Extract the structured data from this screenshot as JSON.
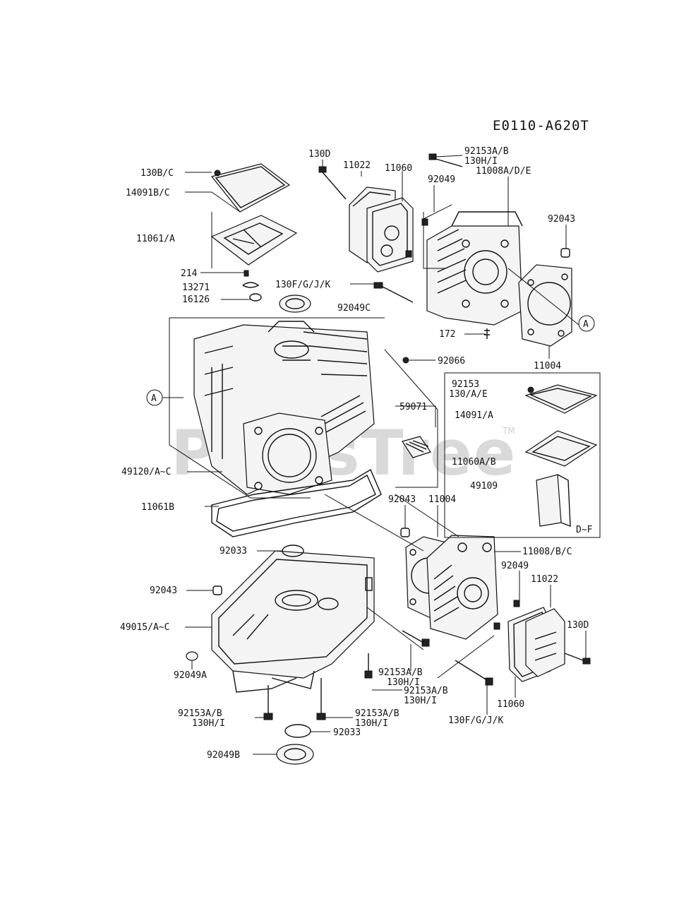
{
  "diagram_code": "E0110-A620T",
  "watermark": "PartsTree",
  "watermark_tm": "TM",
  "callout_letter": "A",
  "inset_label": "D~F",
  "labels": {
    "l_130bc": "130B/C",
    "l_14091bc": "14091B/C",
    "l_11061a": "11061/A",
    "l_214": "214",
    "l_13271": "13271",
    "l_16126": "16126",
    "l_130d_top": "130D",
    "l_11022_top": "11022",
    "l_11060_top": "11060",
    "l_92153ab_top": "92153A/B",
    "l_130hi_top": "130H/I",
    "l_92049_top": "92049",
    "l_11008ade": "11008A/D/E",
    "l_92043_right": "92043",
    "l_130fgjk_top": "130F/G/J/K",
    "l_92049c": "92049C",
    "l_172": "172",
    "l_11004_right": "11004",
    "l_92066": "92066",
    "l_59071": "59071",
    "l_92153_inset": "92153",
    "l_130ae": "130/A/E",
    "l_14091a": "14091/A",
    "l_11060ab": "11060A/B",
    "l_49109": "49109",
    "l_49120": "49120/A~C",
    "l_11061b": "11061B",
    "l_92043_mid": "92043",
    "l_11004_mid": "11004",
    "l_11008bc": "11008/B/C",
    "l_92049_mid": "92049",
    "l_11022_low": "11022",
    "l_92033_top": "92033",
    "l_92043_left": "92043",
    "l_49015": "49015/A~C",
    "l_130d_low": "130D",
    "l_92049a": "92049A",
    "l_92153ab_a": "92153A/B",
    "l_130hi_a": "130H/I",
    "l_92153ab_b": "92153A/B",
    "l_130hi_b": "130H/I",
    "l_92153ab_c": "92153A/B",
    "l_130hi_c": "130H/I",
    "l_92153ab_d": "92153A/B",
    "l_130hi_d": "130H/I",
    "l_11060_low": "11060",
    "l_130fgjk_low": "130F/G/J/K",
    "l_92033_low": "92033",
    "l_92049b": "92049B"
  }
}
